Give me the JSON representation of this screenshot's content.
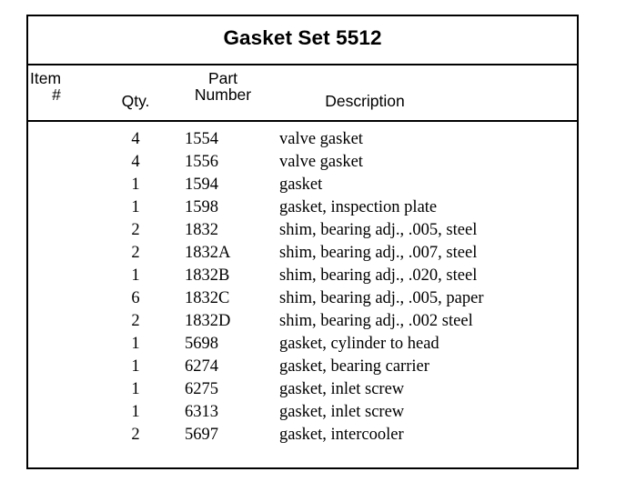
{
  "document": {
    "title": "Gasket Set 5512"
  },
  "table": {
    "headers": {
      "item": {
        "line1": "Item",
        "line2": "#"
      },
      "qty": "Qty.",
      "part_number": {
        "line1": "Part",
        "line2": "Number"
      },
      "description": "Description"
    },
    "rows": [
      {
        "item": "",
        "qty": "4",
        "part_number": "1554",
        "description": "valve gasket"
      },
      {
        "item": "",
        "qty": "4",
        "part_number": "1556",
        "description": "valve gasket"
      },
      {
        "item": "",
        "qty": "1",
        "part_number": "1594",
        "description": "gasket"
      },
      {
        "item": "",
        "qty": "1",
        "part_number": "1598",
        "description": "gasket, inspection plate"
      },
      {
        "item": "",
        "qty": "2",
        "part_number": "1832",
        "description": "shim, bearing adj., .005, steel"
      },
      {
        "item": "",
        "qty": "2",
        "part_number": "1832A",
        "description": "shim, bearing adj., .007, steel"
      },
      {
        "item": "",
        "qty": "1",
        "part_number": "1832B",
        "description": "shim, bearing adj., .020, steel"
      },
      {
        "item": "",
        "qty": "6",
        "part_number": "1832C",
        "description": "shim, bearing adj., .005, paper"
      },
      {
        "item": "",
        "qty": "2",
        "part_number": "1832D",
        "description": "shim, bearing adj., .002 steel"
      },
      {
        "item": "",
        "qty": "1",
        "part_number": "5698",
        "description": "gasket, cylinder to head"
      },
      {
        "item": "",
        "qty": "1",
        "part_number": "6274",
        "description": "gasket, bearing carrier"
      },
      {
        "item": "",
        "qty": "1",
        "part_number": "6275",
        "description": "gasket, inlet screw"
      },
      {
        "item": "",
        "qty": "1",
        "part_number": "6313",
        "description": "gasket, inlet screw"
      },
      {
        "item": "",
        "qty": "2",
        "part_number": "5697",
        "description": "gasket, intercooler"
      }
    ]
  },
  "colors": {
    "border": "#000000",
    "text": "#000000",
    "background": "#ffffff"
  }
}
